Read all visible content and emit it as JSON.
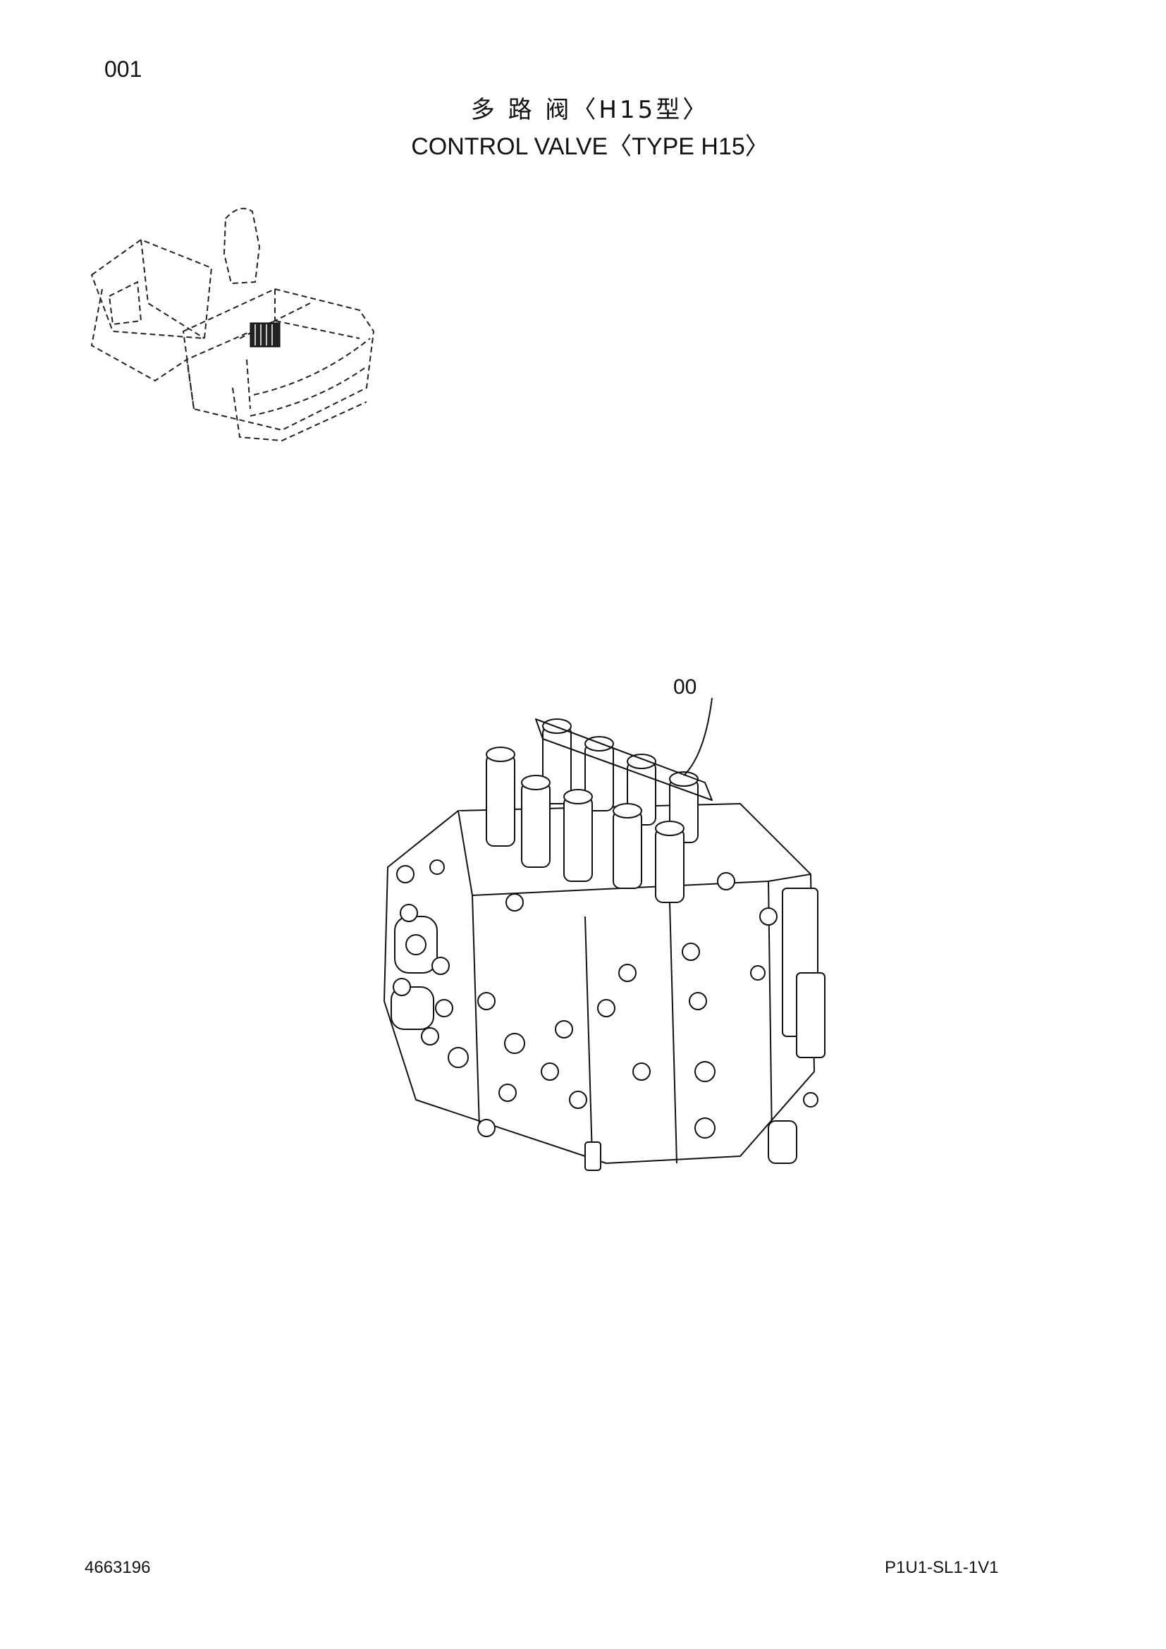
{
  "page_number": "001",
  "title_cn": "多 路 阀〈H15型〉",
  "title_en": "CONTROL VALVE〈TYPE H15〉",
  "callout_label": "00",
  "footer": {
    "part_number": "4663196",
    "code": "P1U1-SL1-1V1"
  }
}
